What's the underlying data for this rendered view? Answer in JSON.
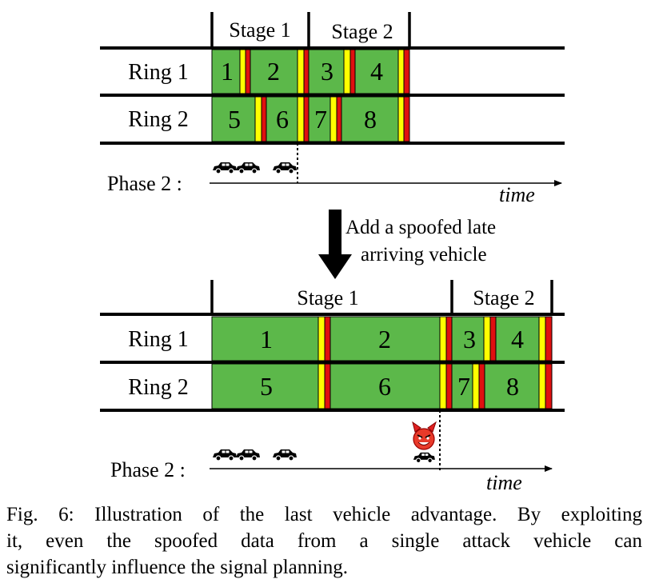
{
  "colors": {
    "green": "#5cb84a",
    "yellow": "#ffff00",
    "red": "#e01010",
    "line": "#000000"
  },
  "icons": {
    "vehicle": "car-icon",
    "attacker": "devil-face-icon",
    "flow": "arrow-down-icon"
  },
  "top": {
    "stage1": "Stage 1",
    "stage2": "Stage 2",
    "ring1": "Ring 1",
    "ring2": "Ring 2",
    "ring1_phases": [
      "1",
      "2",
      "3",
      "4"
    ],
    "ring2_phases": [
      "5",
      "6",
      "7",
      "8"
    ],
    "phase_label": "Phase 2 :",
    "time_label": "time"
  },
  "transition": {
    "line1": "Add a spoofed late",
    "line2": "arriving vehicle"
  },
  "bottom": {
    "stage1": "Stage 1",
    "stage2": "Stage 2",
    "ring1": "Ring 1",
    "ring2": "Ring 2",
    "ring1_phases": [
      "1",
      "2",
      "3",
      "4"
    ],
    "ring2_phases": [
      "5",
      "6",
      "7",
      "8"
    ],
    "phase_label": "Phase 2 :",
    "time_label": "time"
  },
  "caption": {
    "line1": "Fig. 6: Illustration of the last vehicle advantage. By exploiting",
    "line2": "it, even the spoofed data from a single attack vehicle can",
    "line3": "significantly influence the signal planning."
  }
}
